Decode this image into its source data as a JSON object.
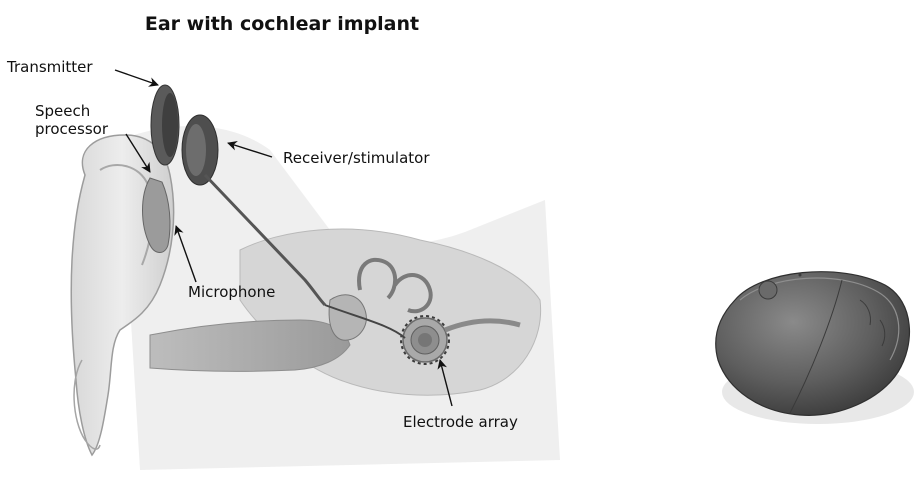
{
  "figure": {
    "title": "Ear with cochlear implant",
    "labels": {
      "transmitter": "Transmitter",
      "speech_processor_line1": "Speech",
      "speech_processor_line2": "processor",
      "receiver": "Receiver/stimulator",
      "microphone": "Microphone",
      "electrode_array": "Electrode array"
    }
  },
  "colors": {
    "background": "#ffffff",
    "ink": "#111111",
    "skin_light": "#e6e6e6",
    "skin_mid": "#c4c4c4",
    "skin_dark": "#8f8f8f",
    "bone": "#d3d3d3",
    "device_dark": "#4a4a4a",
    "device_mid": "#6e6e6e",
    "device_light": "#9a9a9a"
  }
}
